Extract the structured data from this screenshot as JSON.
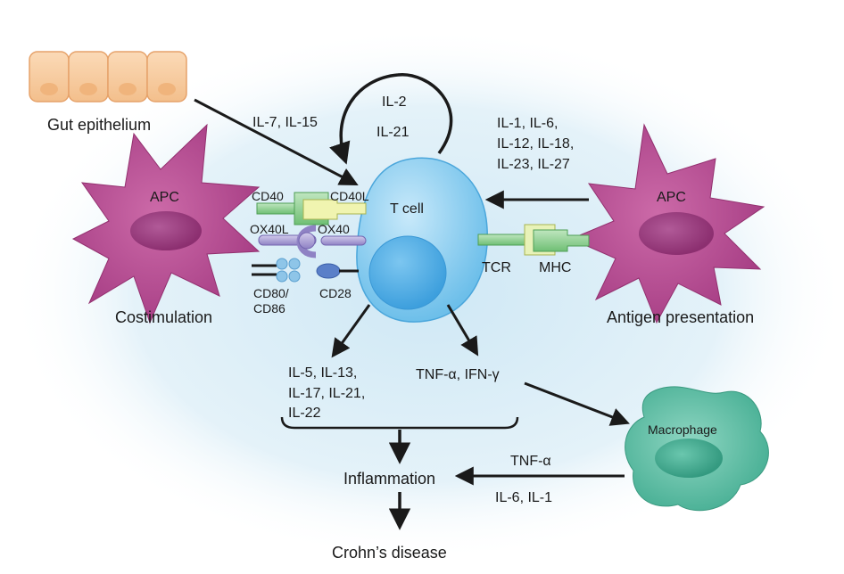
{
  "nodes": {
    "gut_epithelium": "Gut epithelium",
    "apc_left": "APC",
    "apc_right": "APC",
    "t_cell": "T cell",
    "macrophage": "Macrophage",
    "costimulation": "Costimulation",
    "antigen_presentation": "Antigen presentation",
    "inflammation": "Inflammation",
    "crohns_disease": "Crohn’s disease"
  },
  "cytokines": {
    "il7_il15": "IL-7, IL-15",
    "il2": "IL-2",
    "il21": "IL-21",
    "apc_cytokines": [
      "IL-1, IL-6,",
      "IL-12, IL-18,",
      "IL-23, IL-27"
    ],
    "effector_left": [
      "IL-5, IL-13,",
      "IL-17, IL-21,",
      "IL-22"
    ],
    "effector_right": "TNF-α, IFN-γ",
    "macrophage_tnf": "TNF-α",
    "macrophage_il": "IL-6, IL-1"
  },
  "molecules": {
    "cd40": "CD40",
    "cd40l": "CD40L",
    "ox40l": "OX40L",
    "ox40": "OX40",
    "cd80_line1": "CD80/",
    "cd80_line2": "CD86",
    "cd28": "CD28",
    "tcr": "TCR",
    "mhc": "MHC"
  },
  "colors": {
    "background_glow": "#d6ecf6",
    "apc": "#b5488f",
    "apc_nucleus": "#9a3a7c",
    "t_cell": "#8ccdf0",
    "t_cell_nucleus": "#52aee6",
    "macrophage": "#5cbfa7",
    "macrophage_nucleus": "#3ea58d",
    "epithelium": "#f6c99a",
    "receptor_green": "#8fcf8f",
    "ox40l_purple": "#a79bd1",
    "cd80_blue": "#7fb9e0",
    "cd28_blue": "#5a7fc8",
    "arrow": "#1a1a1a"
  }
}
